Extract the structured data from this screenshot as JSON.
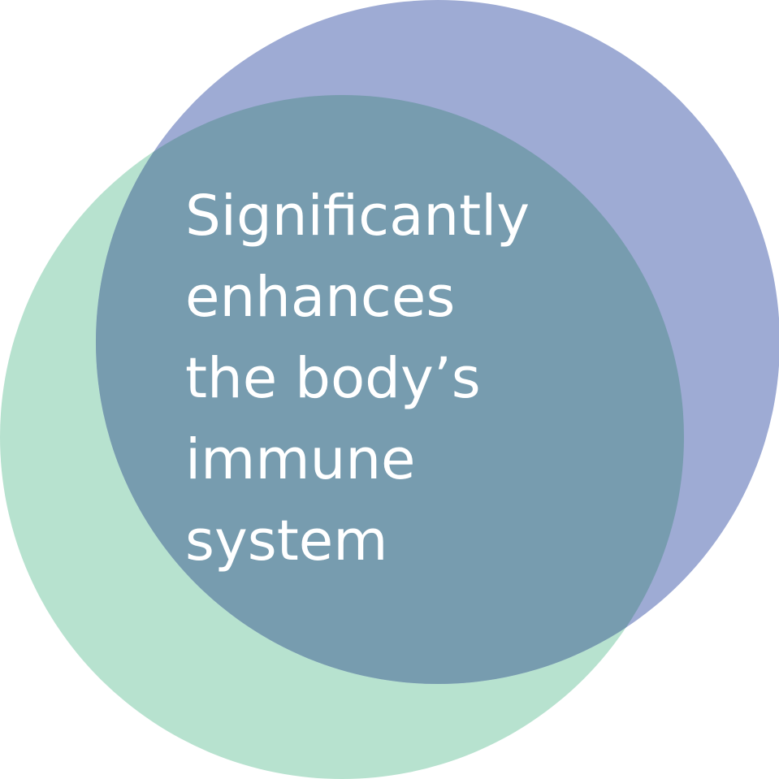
{
  "diagram": {
    "circles": [
      {
        "name": "green-circle",
        "color": "#b7e2cf"
      },
      {
        "name": "blue-circle",
        "color": "#9eabd4"
      },
      {
        "name": "overlap",
        "color": "#779caf"
      }
    ],
    "text_color": "#ffffff",
    "caption_lines": [
      "Significantly",
      "enhances",
      "the body’s",
      "immune",
      "system"
    ]
  }
}
